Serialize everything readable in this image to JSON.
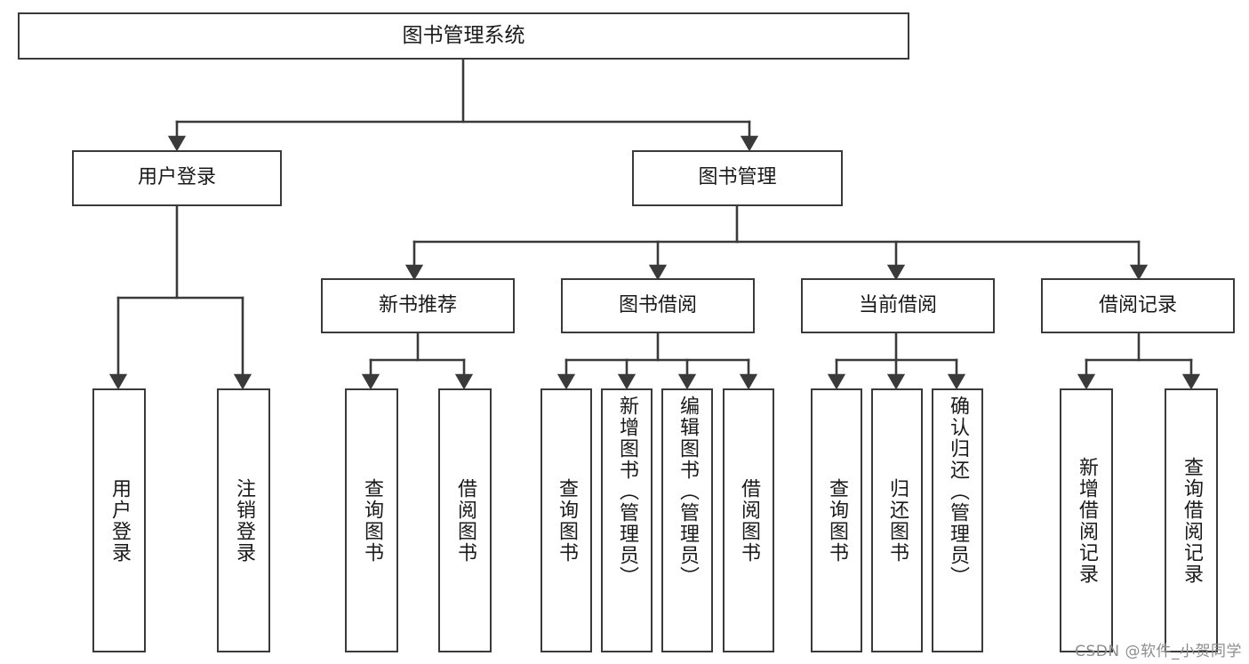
{
  "diagram": {
    "title": "图书管理系统",
    "type": "tree-hierarchy-diagram",
    "watermark": "CSDN @软件_小贺同学",
    "colors": {
      "background": "#ffffff",
      "box_border": "#3a3a3a",
      "box_fill": "#ffffff",
      "text": "#1a1a1a",
      "edge": "#3a3a3a",
      "watermark": "#8d8d8d"
    },
    "nodes": {
      "root": {
        "label": "图书管理系统"
      },
      "level2": [
        {
          "label": "用户登录"
        },
        {
          "label": "图书管理"
        }
      ],
      "level3": [
        {
          "label": "新书推荐"
        },
        {
          "label": "图书借阅"
        },
        {
          "label": "当前借阅"
        },
        {
          "label": "借阅记录"
        }
      ],
      "leaves": {
        "user_login": [
          {
            "label": "用户登录"
          },
          {
            "label": "注销登录"
          }
        ],
        "new_book_recommend": [
          {
            "label": "查询图书"
          },
          {
            "label": "借阅图书"
          }
        ],
        "book_borrow": [
          {
            "label": "查询图书"
          },
          {
            "label": "新增图书（管理员）"
          },
          {
            "label": "编辑图书（管理员）"
          },
          {
            "label": "借阅图书"
          }
        ],
        "current_borrow": [
          {
            "label": "查询图书"
          },
          {
            "label": "归还图书"
          },
          {
            "label": "确认归还（管理员）"
          }
        ],
        "borrow_record": [
          {
            "label": "新增借阅记录"
          },
          {
            "label": "查询借阅记录"
          }
        ]
      }
    }
  }
}
